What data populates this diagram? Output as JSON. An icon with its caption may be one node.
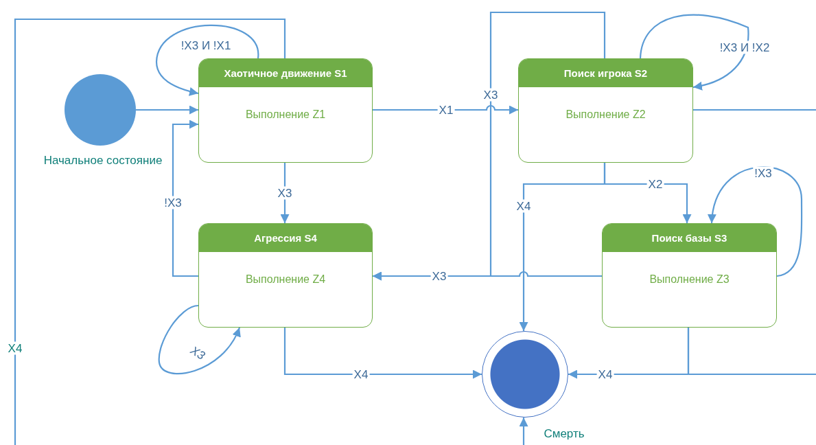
{
  "diagram": {
    "nodes": [
      {
        "text": [],
        "shape": "circle",
        "beside": [
          "Начальное состояние"
        ]
      },
      {
        "text": [
          "Хаотичное движение S1",
          "Выполнение Z1"
        ]
      },
      {
        "text": [
          "Поиск игрока S2",
          "Выполнение Z2"
        ]
      },
      {
        "text": [
          "Агрессия S4",
          "Выполнение Z4"
        ]
      },
      {
        "text": [
          "Поиск базы S3",
          "Выполнение Z3"
        ]
      },
      {
        "text": [],
        "shape": "circle",
        "beside": [
          "Смерть"
        ]
      }
    ],
    "edges": [
      {
        "from": 0,
        "to": 1,
        "arrow": "to"
      },
      {
        "from": 1,
        "to": 1,
        "arrow": "to",
        "label": "!X3 И !X1"
      },
      {
        "from": 1,
        "to": 2,
        "arrow": "to",
        "label": "X1"
      },
      {
        "from": 1,
        "to": 3,
        "arrow": "to",
        "label": "X3"
      },
      {
        "from": 3,
        "to": 1,
        "arrow": "to",
        "label": "!X3"
      },
      {
        "from": 3,
        "to": 3,
        "arrow": "to",
        "label": "X3"
      },
      {
        "from": 3,
        "to": 5,
        "arrow": "to",
        "label": "X4"
      },
      {
        "from": 2,
        "to": 2,
        "arrow": "to",
        "label": "!X3 И !X2"
      },
      {
        "from": 2,
        "to": 4,
        "arrow": "to",
        "label": "X2"
      },
      {
        "from": 2,
        "to": 5,
        "arrow": "to",
        "label": "X4"
      },
      {
        "from": 4,
        "to": 4,
        "arrow": "to",
        "label": "!X3"
      },
      {
        "from": 4,
        "to": 3,
        "arrow": "to",
        "label": "X3"
      },
      {
        "from": 2,
        "to": 3,
        "arrow": "to",
        "label": "X3"
      },
      {
        "from": 4,
        "to": 5,
        "arrow": "to",
        "label": "X4"
      },
      {
        "from": 1,
        "to": null,
        "arrow": "none",
        "label": "X4"
      },
      {
        "from": 2,
        "to": null,
        "arrow": "none"
      },
      {
        "from": 4,
        "to": null,
        "arrow": "none"
      },
      {
        "from": null,
        "to": 5,
        "arrow": "to"
      }
    ]
  }
}
